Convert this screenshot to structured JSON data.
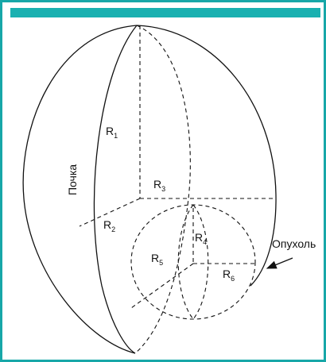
{
  "labels": {
    "kidney": "Почка",
    "tumor": "Опухоль",
    "radius_letter": "R",
    "r1": "1",
    "r2": "2",
    "r3": "3",
    "r4": "4",
    "r5": "5",
    "r6": "6"
  },
  "colors": {
    "frame": "#17a7a8",
    "top_rule": "#1ab1b1",
    "line": "#111111"
  }
}
